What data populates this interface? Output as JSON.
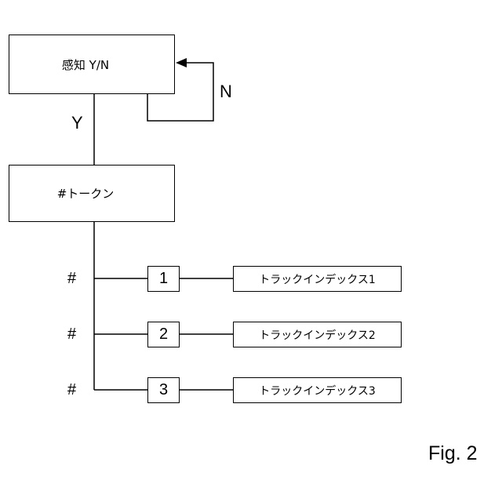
{
  "diagram": {
    "sense_box": "感知 Y/N",
    "token_box": "#トークン",
    "label_n": "N",
    "label_y": "Y",
    "branches": [
      {
        "hash": "#",
        "number": "1",
        "track": "トラックインデックス1"
      },
      {
        "hash": "#",
        "number": "2",
        "track": "トラックインデックス2"
      },
      {
        "hash": "#",
        "number": "3",
        "track": "トラックインデックス3"
      }
    ],
    "figure_label": "Fig. 2"
  }
}
